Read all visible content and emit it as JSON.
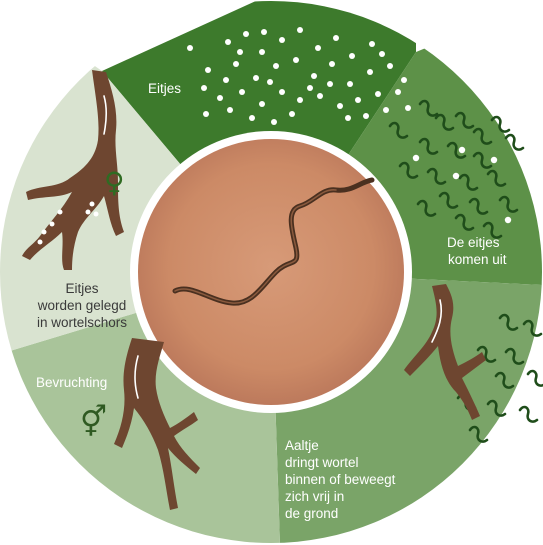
{
  "stages": [
    {
      "id": "eggs",
      "lines": [
        "Eitjes"
      ],
      "fill": "#3d7a2c"
    },
    {
      "id": "hatch",
      "lines": [
        "De eitjes",
        "komen uit"
      ],
      "fill": "#5d9148"
    },
    {
      "id": "invade",
      "lines": [
        "Aaltje",
        "dringt wortel",
        "binnen of beweegt",
        "zich vrij in",
        "de grond"
      ],
      "fill": "#7aa468"
    },
    {
      "id": "fertilize",
      "lines": [
        "Bevruchting"
      ],
      "fill": "#a9c49a"
    },
    {
      "id": "lay",
      "lines": [
        "Eitjes",
        "worden gelegd",
        "in wortelschors"
      ],
      "fill": "#d9e3d0"
    }
  ],
  "symbols": {
    "female": "♀",
    "male_female": "⚥"
  },
  "icons": {
    "center": "nematode-microscope-photo",
    "eggs": "egg-dots-icon",
    "larvae": "larvae-icon",
    "roots": "root-icon"
  },
  "colors": {
    "root": "#6e4630",
    "root_highlight": "#ffffff",
    "larva": "#1f4d1a",
    "center_bg": "#cf8e6c",
    "nematode": "#4a3020"
  }
}
